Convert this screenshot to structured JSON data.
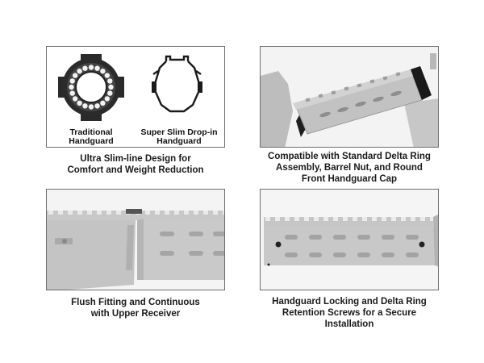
{
  "panels": [
    {
      "labels": {
        "left": [
          "Traditional",
          "Handguard"
        ],
        "right": [
          "Super Slim Drop-in",
          "Handguard"
        ]
      },
      "caption": [
        "Ultra Slim-line Design for",
        "Comfort and Weight Reduction"
      ]
    },
    {
      "caption": [
        "Compatible with Standard Delta Ring",
        "Assembly, Barrel Nut, and Round",
        "Front Handguard Cap"
      ]
    },
    {
      "caption": [
        "Flush Fitting and Continuous",
        "with Upper Receiver"
      ]
    },
    {
      "caption": [
        "Handguard Locking and Delta Ring",
        "Retention Screws for a Secure",
        "Installation"
      ]
    }
  ],
  "colors": {
    "border": "#6e6e6e",
    "metal": "#c4c4c4",
    "metal_dark": "#9a9a9a",
    "black": "#1a1a1a"
  },
  "icons": [
    "traditional-handguard-ring-icon",
    "slim-handguard-frame-icon"
  ]
}
